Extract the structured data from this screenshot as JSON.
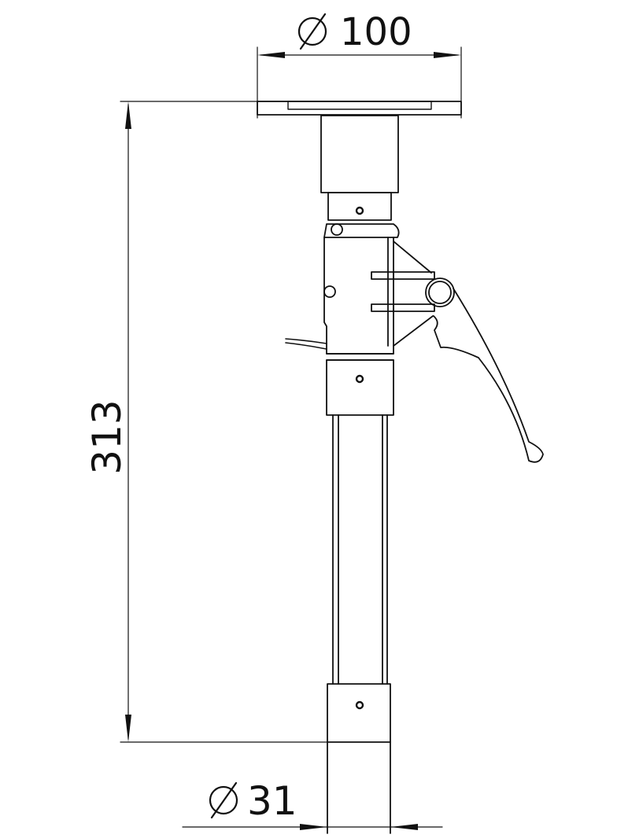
{
  "dimensions": {
    "top_diameter": {
      "symbol": "⌀",
      "value": "100"
    },
    "height": {
      "value": "313"
    },
    "bottom_diameter": {
      "symbol": "⌀",
      "value": "31"
    }
  },
  "colors": {
    "line": "#111111",
    "background": "#ffffff"
  }
}
